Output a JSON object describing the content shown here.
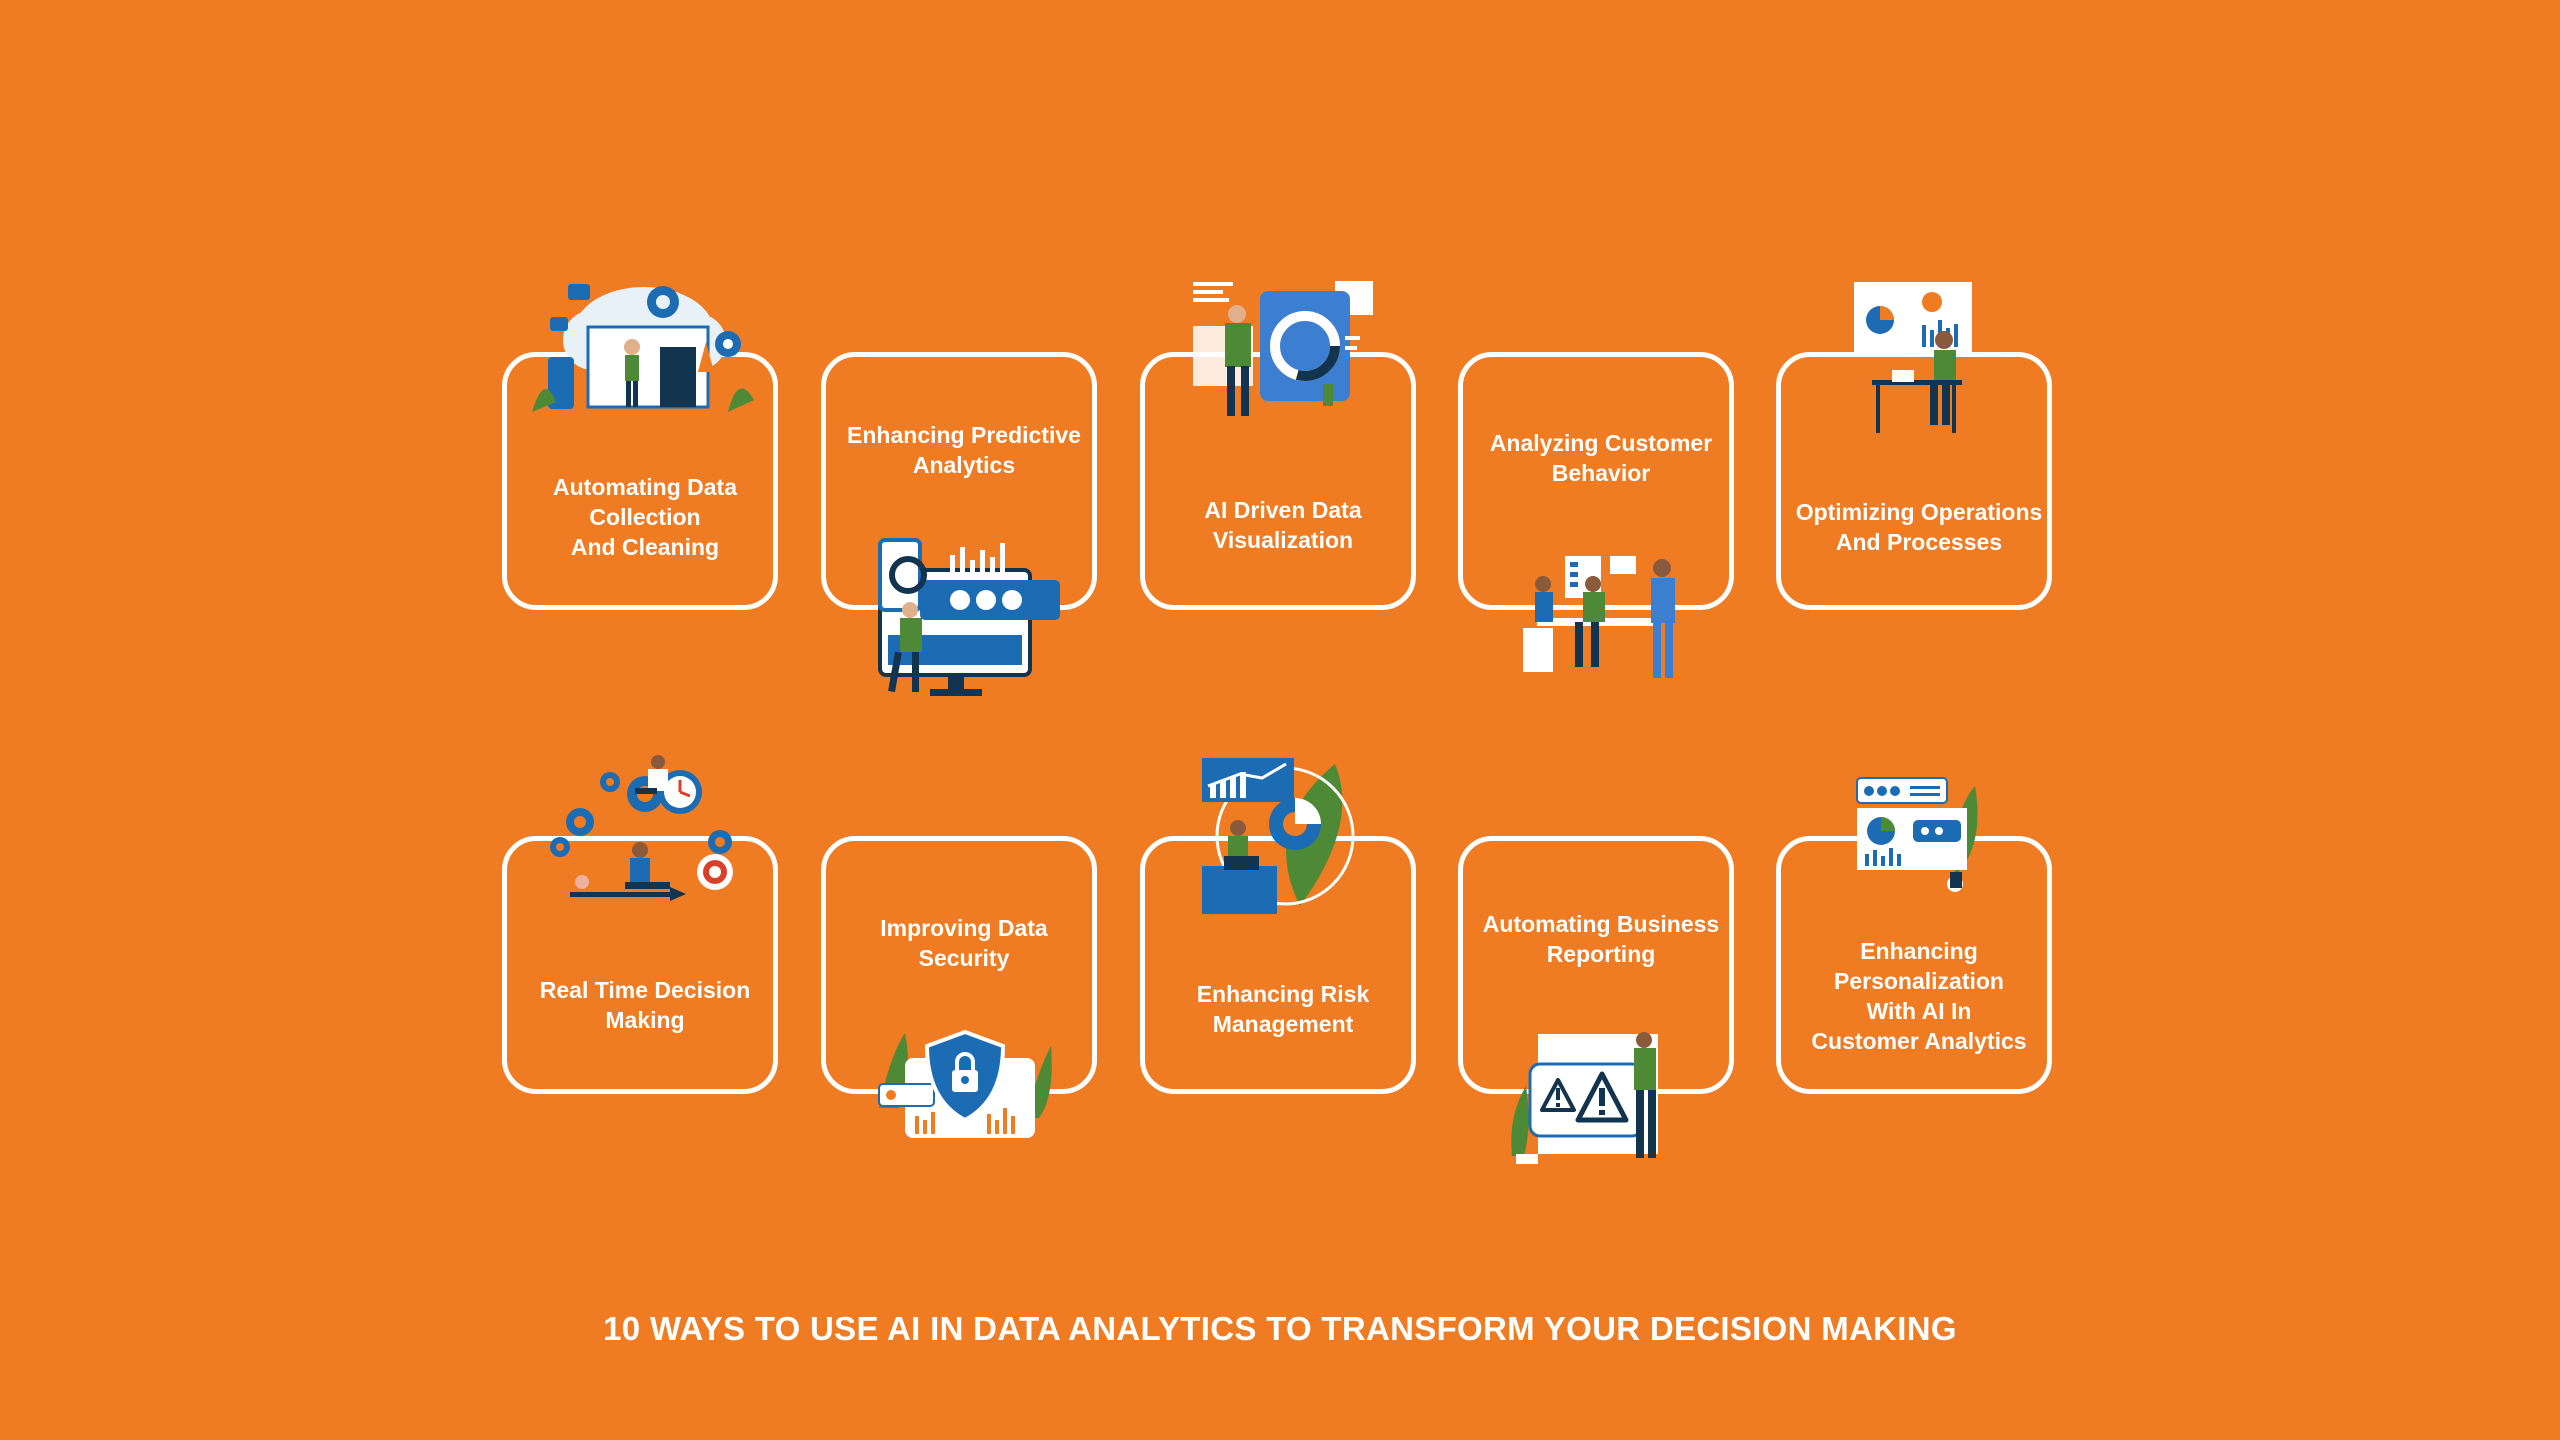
{
  "colors": {
    "background": "#EF7B22",
    "card_border": "#FFFFFF",
    "text": "#FFFFFF",
    "illustration_blue": "#1C6CB4",
    "illustration_navy": "#12344E",
    "illustration_green": "#4E8A35"
  },
  "cards": [
    {
      "label": "Automating Data\nCollection\nAnd Cleaning",
      "icon": "cloud-gears-icon"
    },
    {
      "label": "Enhancing Predictive\nAnalytics",
      "icon": "magnifier-dashboard-icon"
    },
    {
      "label": "AI Driven Data\nVisualization",
      "icon": "donut-chart-presenter-icon"
    },
    {
      "label": "Analyzing Customer\nBehavior",
      "icon": "team-meeting-icon"
    },
    {
      "label": "Optimizing Operations\nAnd Processes",
      "icon": "desk-worker-icon"
    },
    {
      "label": "Real Time Decision\nMaking",
      "icon": "gears-clock-target-icon"
    },
    {
      "label": "Improving Data\nSecurity",
      "icon": "security-shield-icon"
    },
    {
      "label": "Enhancing Risk\nManagement",
      "icon": "growth-chart-icon"
    },
    {
      "label": "Automating Business\nReporting",
      "icon": "warning-report-icon"
    },
    {
      "label": "Enhancing\nPersonalization\nWith AI In\nCustomer Analytics",
      "icon": "personalization-dashboard-icon"
    }
  ],
  "footer": {
    "title": "10 WAYS TO USE AI IN DATA ANALYTICS TO TRANSFORM YOUR DECISION MAKING"
  }
}
